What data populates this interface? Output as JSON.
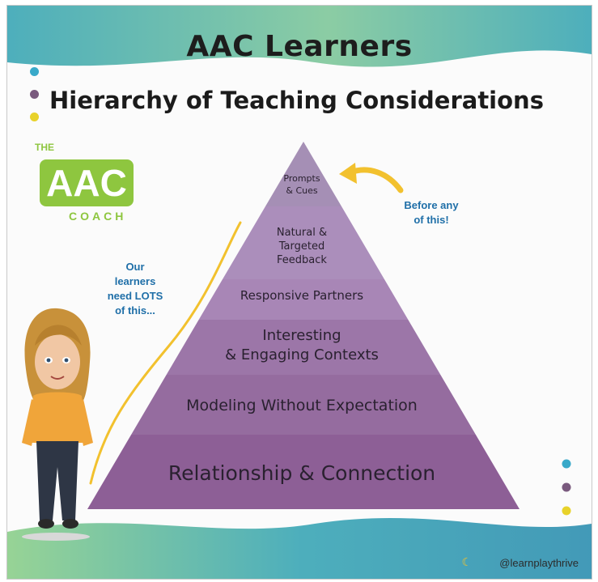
{
  "header": {
    "title": "AAC Learners",
    "subtitle": "Hierarchy of Teaching Considerations"
  },
  "logo": {
    "top_text": "THE",
    "main_text": "AAC",
    "bottom_text": "COACH"
  },
  "notes": {
    "left_lines": [
      "Our",
      "learners",
      "need LOTS",
      "of this..."
    ],
    "right_lines": [
      "Before any",
      "of this!"
    ]
  },
  "pyramid": {
    "levels": [
      {
        "lines": [
          "Prompts",
          "& Cues"
        ]
      },
      {
        "lines": [
          "Natural &",
          "Targeted",
          "Feedback"
        ]
      },
      {
        "lines": [
          "Responsive Partners"
        ]
      },
      {
        "lines": [
          "Interesting",
          "& Engaging Contexts"
        ]
      },
      {
        "lines": [
          "Modeling Without Expectation"
        ]
      },
      {
        "lines": [
          "Relationship & Connection"
        ]
      }
    ]
  },
  "footer": {
    "credit": "@learnplaythrive"
  },
  "colors": {
    "banner_teal": "#3aa6b5",
    "banner_green": "#8ccf8a",
    "dot_teal": "#39a9c9",
    "dot_plum": "#7a5a7e",
    "dot_yellow": "#e8d22a",
    "logo_green": "#8ec63f",
    "note_blue": "#1f6fa8",
    "arrow_yellow": "#f2c12e",
    "level_colors": [
      "#a58fb5",
      "#ab8ebb",
      "#a886b6",
      "#9c76a8",
      "#956c9f",
      "#8d5f96"
    ]
  }
}
